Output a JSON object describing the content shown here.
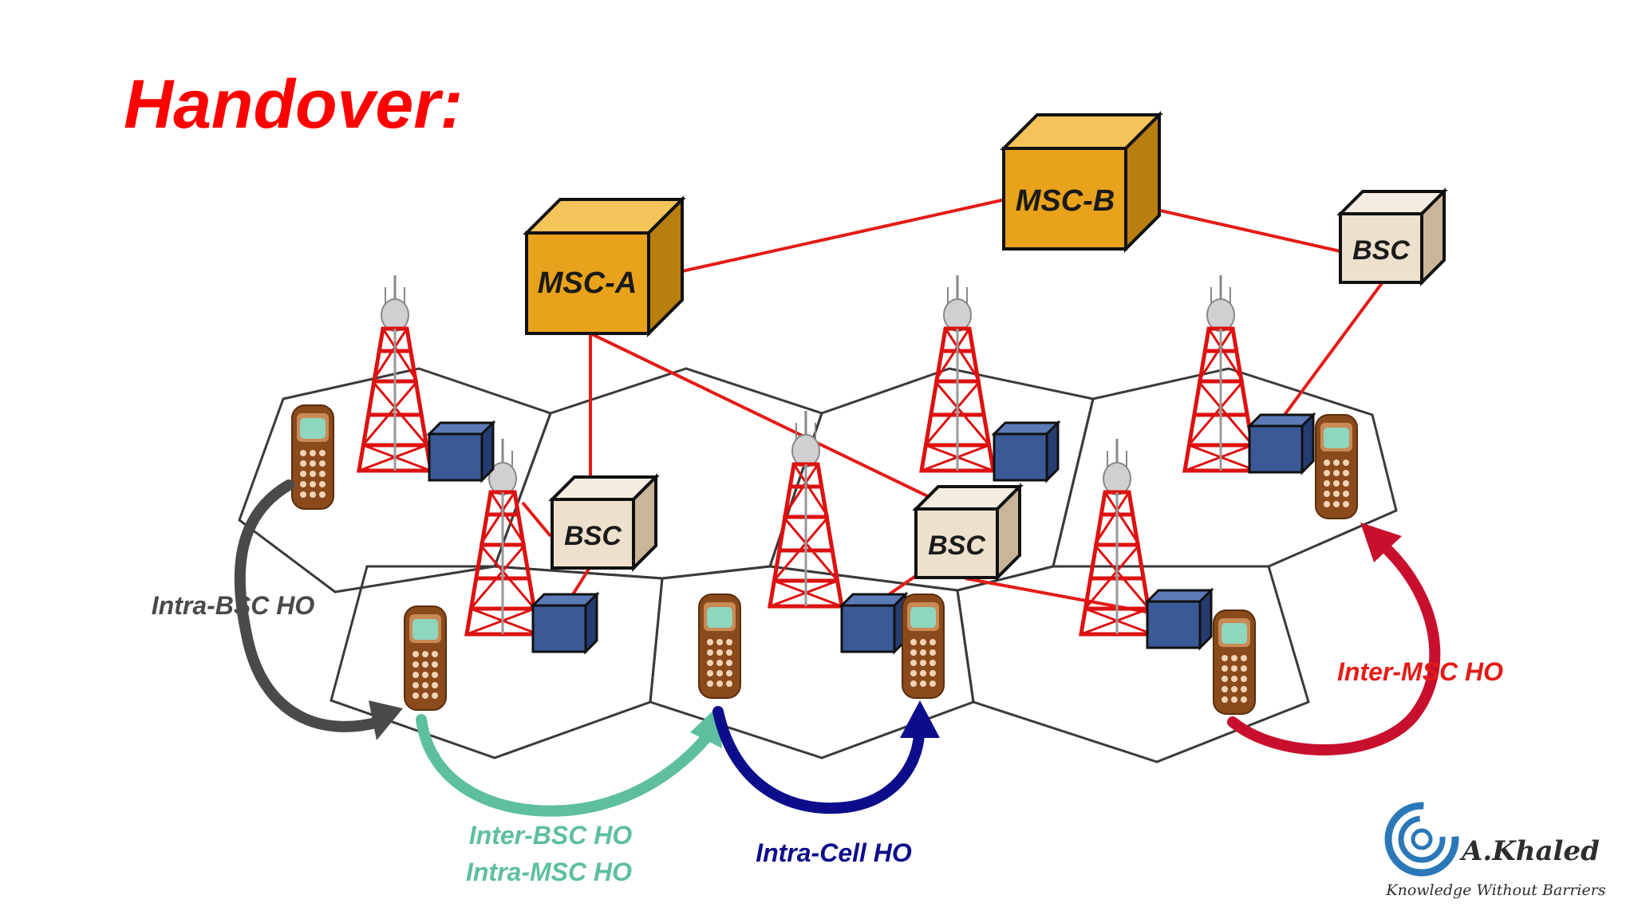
{
  "title": "Handover:",
  "colors": {
    "title": "#ff0000",
    "link": "#e41b17",
    "msc": "#e8a21b",
    "bsc": "#ede0cc",
    "bts": "#3b5996",
    "intra_bsc": "#4a4a4d",
    "inter_bsc": "#5dbf9f",
    "intra_cell": "#0d0d8c",
    "inter_msc": "#c8102e"
  },
  "nodes": {
    "msc_a": "MSC-A",
    "msc_b": "MSC-B",
    "bsc_right": "BSC",
    "bsc_left": "BSC",
    "bsc_middle": "BSC"
  },
  "handovers": {
    "intra_bsc": "Intra-BSC HO",
    "inter_bsc_line1": "Inter-BSC HO",
    "inter_bsc_line2": "Intra-MSC HO",
    "intra_cell": "Intra-Cell HO",
    "inter_msc": "Inter-MSC HO"
  },
  "logo": {
    "name": "A.Khaled",
    "tagline": "Knowledge Without Barriers"
  }
}
